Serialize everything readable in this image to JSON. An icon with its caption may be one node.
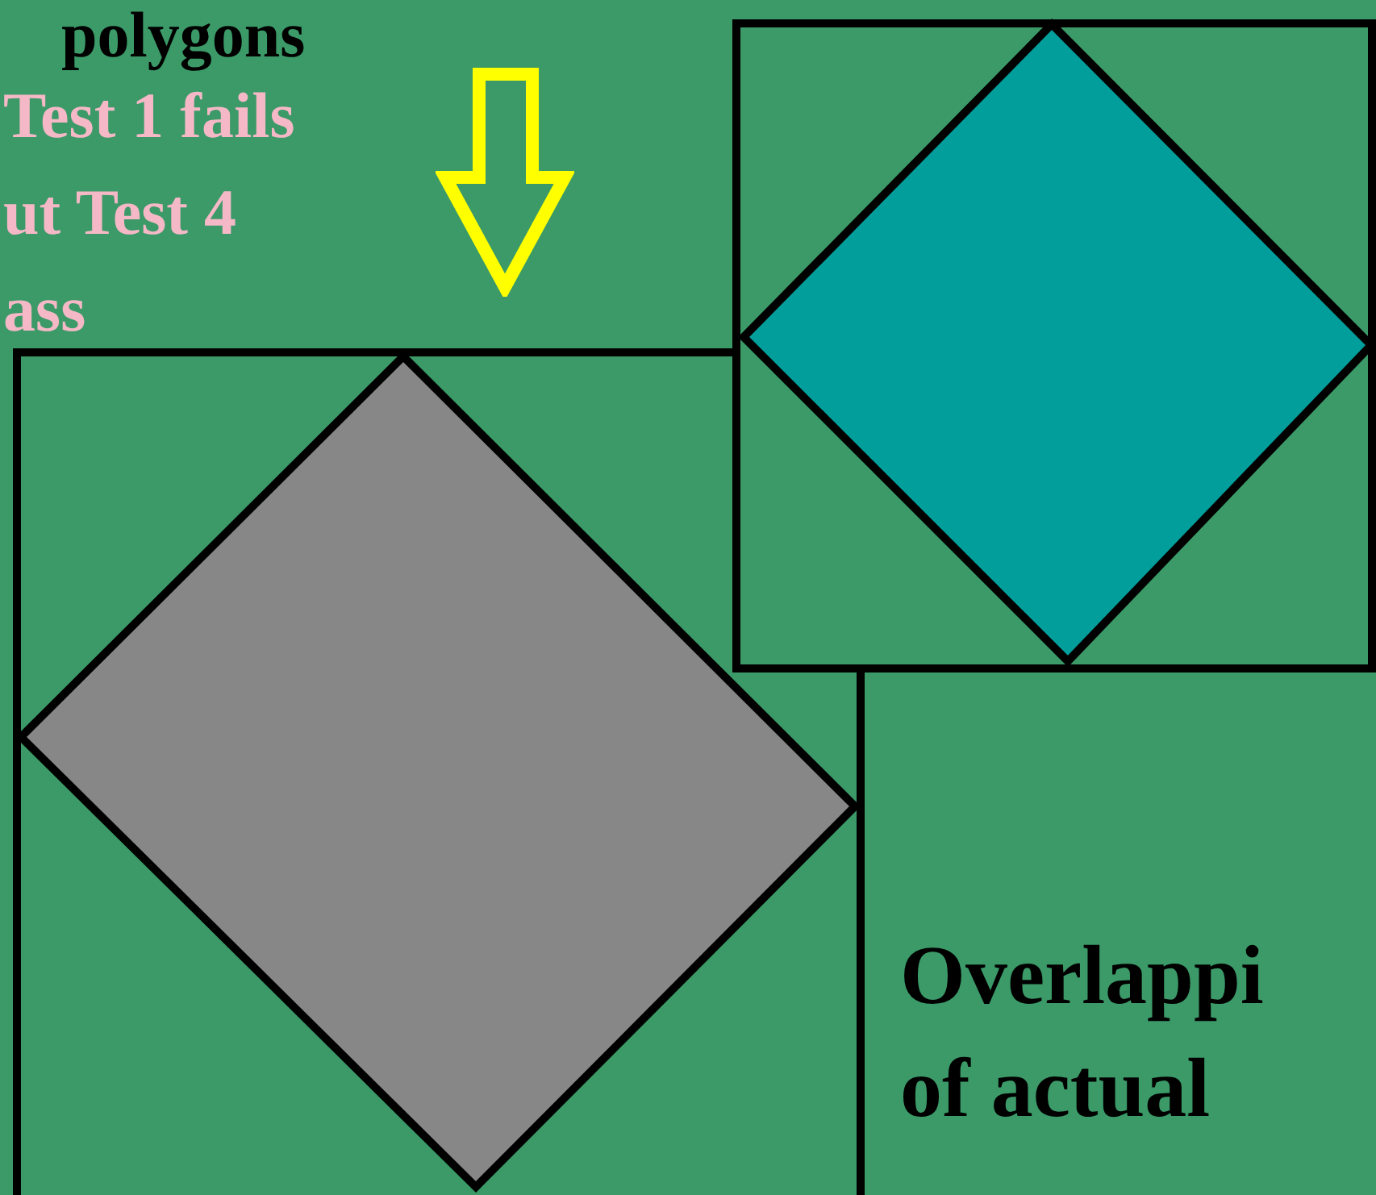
{
  "diagram": {
    "nodes": [
      {
        "text": [],
        "shape": "box"
      },
      {
        "text": [],
        "shape": "diamond",
        "in": 0
      },
      {
        "text": [],
        "shape": "box"
      },
      {
        "text": [],
        "shape": "diamond",
        "in": 2
      }
    ],
    "labels": [
      "polygons",
      "Test 1 fails",
      "ut Test 4",
      "ass",
      "Overlappi",
      "of actual"
    ]
  }
}
